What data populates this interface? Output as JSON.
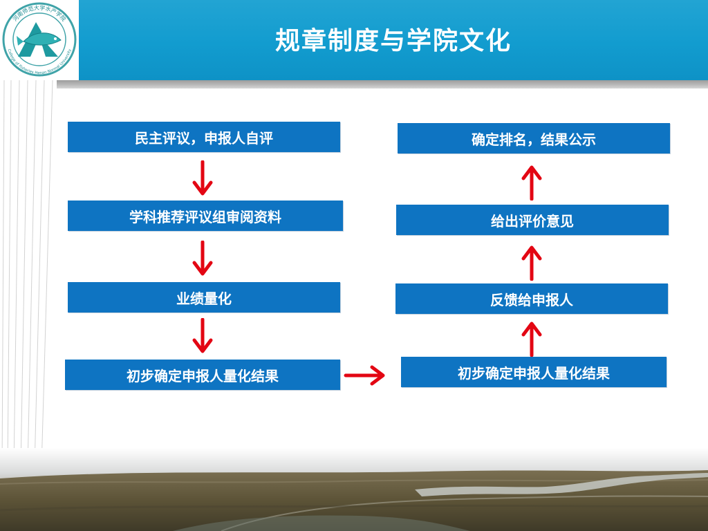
{
  "title": "规章制度与学院文化",
  "logo": {
    "ring_text_top": "河南师范大学水产学院",
    "ring_text_bottom": "College of Fisheries Henan Normal University",
    "icon": "fish-emblem-icon"
  },
  "left_column": [
    "民主评议，申报人自评",
    "学科推荐评议组审阅资料",
    "业绩量化",
    "初步确定申报人量化结果"
  ],
  "right_column": [
    "确定排名，结果公示",
    "给出评价意见",
    "反馈给申报人",
    "初步确定申报人量化结果"
  ],
  "colors": {
    "header": "#129ccf",
    "box": "#0e74c2",
    "arrow": "#e30613"
  },
  "icons": {
    "down": "arrow-down-icon",
    "up": "arrow-up-icon",
    "right": "arrow-right-icon"
  }
}
